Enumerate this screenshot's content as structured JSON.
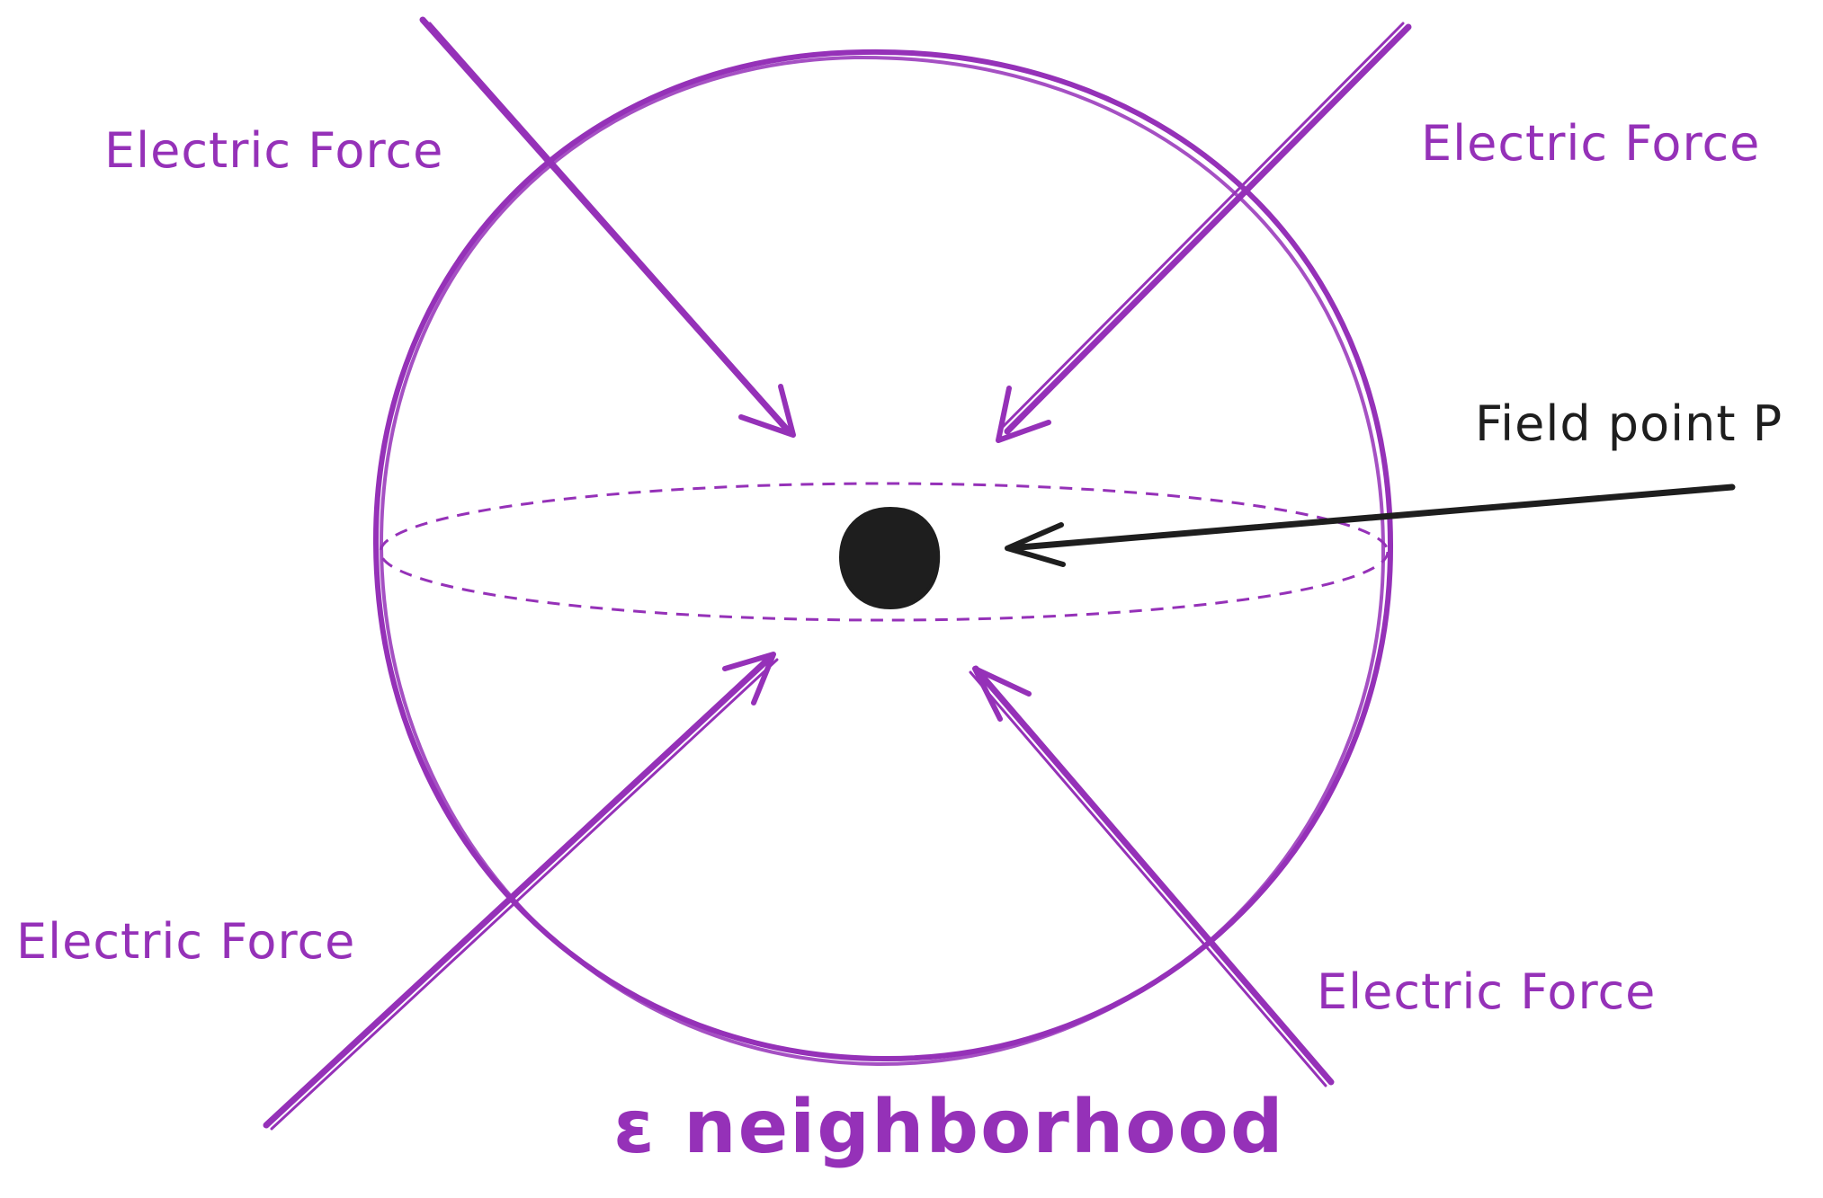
{
  "colors": {
    "accent": "#9531b8",
    "ink": "#1e1e1e",
    "background": "#ffffff"
  },
  "labels": {
    "force_top_left": "Electric Force",
    "force_top_right": "Electric Force",
    "force_bottom_left": "Electric Force",
    "force_bottom_right": "Electric Force",
    "field_point": "Field point P",
    "neighborhood": "ε neighborhood"
  }
}
